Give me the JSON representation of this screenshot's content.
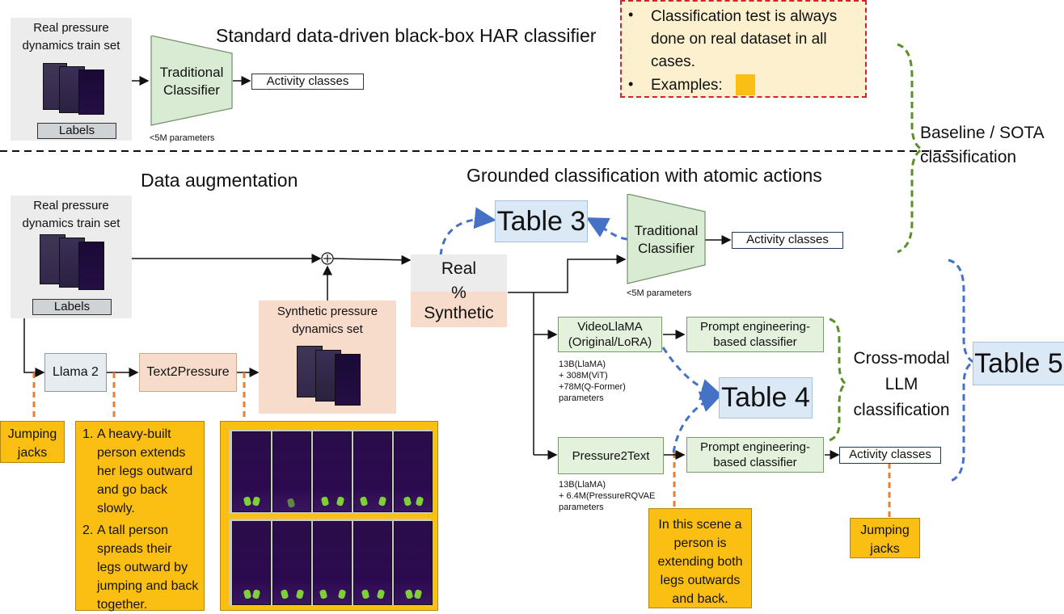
{
  "top": {
    "panel_title": "Real pressure dynamics train set",
    "labels": "Labels",
    "classifier": "Traditional Classifier",
    "params": "<5M parameters",
    "output": "Activity classes",
    "heading": "Standard data-driven black-box HAR classifier"
  },
  "note": {
    "bullet1": "Classification test is always done on real dataset in all cases.",
    "bullet2": "Examples:"
  },
  "baseline": "Baseline / SOTA classification",
  "aug": {
    "heading": "Data augmentation",
    "panel_title": "Real pressure dynamics train set",
    "labels": "Labels",
    "llama": "Llama 2",
    "t2p": "Text2Pressure",
    "synthetic_set": "Synthetic pressure dynamics set",
    "plus": "+",
    "mix_real": "Real",
    "mix_pct": "%",
    "mix_synth": "Synthetic",
    "example_label": "Jumping jacks",
    "prompt1": "A heavy-built person extends her legs outward and go back slowly.",
    "prompt2": "A tall person spreads their legs outward by jumping and back together."
  },
  "grounded": {
    "heading": "Grounded classification with atomic actions",
    "table3": "Table 3",
    "classifier": "Traditional Classifier",
    "params": "<5M parameters",
    "output": "Activity classes"
  },
  "llm": {
    "videollama": "VideoLlaMA (Original/LoRA)",
    "videollama_params": [
      "13B(LlaMA)",
      "+ 308M(ViT)",
      "+78M(Q-Former)",
      "parameters"
    ],
    "prompt_clf1": "Prompt engineering-based classifier",
    "table4": "Table 4",
    "p2t": "Pressure2Text",
    "p2t_params": [
      "13B(LlaMA)",
      "+ 6.4M(PressureRQVAE",
      "parameters"
    ],
    "prompt_clf2": "Prompt engineering-based classifier",
    "output": "Activity classes",
    "cross_modal": "Cross-modal LLM classification",
    "table5": "Table 5",
    "generated_text": "In this scene a person is extending both legs outwards and back.",
    "result_label": "Jumping jacks"
  },
  "colors": {
    "green_brace": "#5b8f2b",
    "blue_arrow": "#4472c4",
    "orange_dash": "#ed7d31",
    "example_fill": "#fbbf14",
    "note_border": "#d6202a",
    "note_fill": "#fdf0cf"
  }
}
